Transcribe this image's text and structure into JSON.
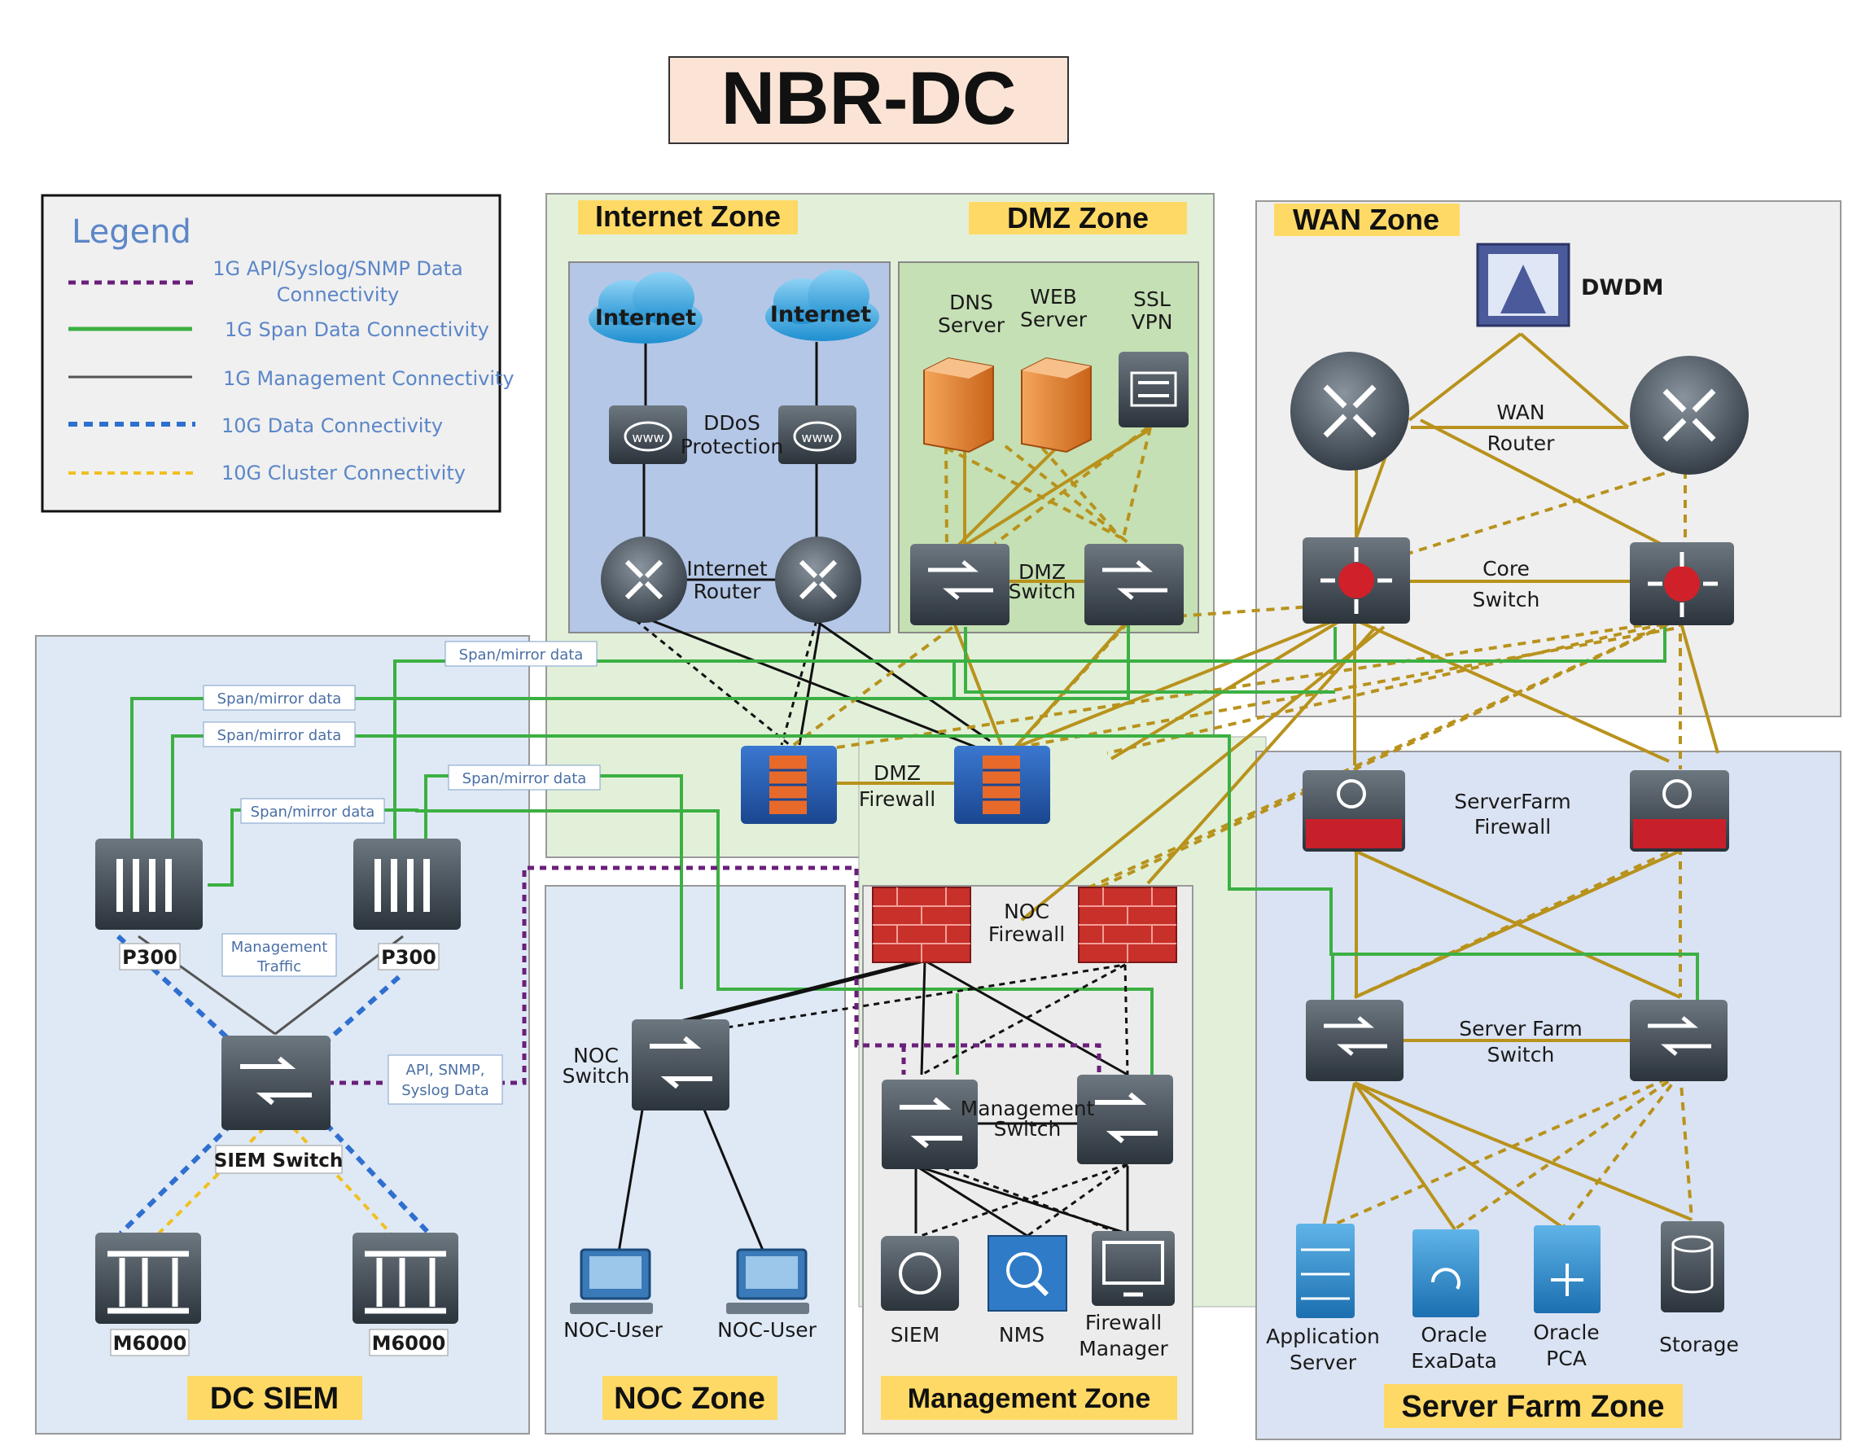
{
  "title": "NBR-DC",
  "legend": {
    "title": "Legend",
    "items": [
      {
        "label_l1": "1G API/Syslog/SNMP Data",
        "label_l2": "Connectivity",
        "color": "#6a1f7a",
        "style": "dotted"
      },
      {
        "label_l1": "1G Span Data Connectivity",
        "label_l2": "",
        "color": "#3cb043",
        "style": "solid"
      },
      {
        "label_l1": "1G Management Connectivity",
        "label_l2": "",
        "color": "#555555",
        "style": "solid"
      },
      {
        "label_l1": "10G Data Connectivity",
        "label_l2": "",
        "color": "#2f6fd0",
        "style": "dotted"
      },
      {
        "label_l1": "10G Cluster Connectivity",
        "label_l2": "",
        "color": "#f0c020",
        "style": "dotted"
      }
    ]
  },
  "zones": {
    "internet": "Internet Zone",
    "dmz": "DMZ Zone",
    "wan": "WAN Zone",
    "dc_siem": "DC SIEM",
    "noc": "NOC Zone",
    "management": "Management Zone",
    "server_farm": "Server Farm Zone"
  },
  "internet": {
    "cloud_1": "Internet",
    "cloud_2": "Internet",
    "ddos_l1": "DDoS",
    "ddos_l2": "Protection",
    "router_l1": "Internet",
    "router_l2": "Router"
  },
  "dmz": {
    "dns_l1": "DNS",
    "dns_l2": "Server",
    "web_l1": "WEB",
    "web_l2": "Server",
    "ssl_l1": "SSL",
    "ssl_l2": "VPN",
    "switch_l1": "DMZ",
    "switch_l2": "Switch",
    "firewall_l1": "DMZ",
    "firewall_l2": "Firewall"
  },
  "wan": {
    "dwdm": "DWDM",
    "router_l1": "WAN",
    "router_l2": "Router",
    "core_l1": "Core",
    "core_l2": "Switch"
  },
  "server_farm": {
    "firewall_l1": "ServerFarm",
    "firewall_l2": "Firewall",
    "switch_l1": "Server Farm",
    "switch_l2": "Switch",
    "app_l1": "Application",
    "app_l2": "Server",
    "exadata_l1": "Oracle",
    "exadata_l2": "ExaData",
    "pca_l1": "Oracle",
    "pca_l2": "PCA",
    "storage": "Storage"
  },
  "siem": {
    "p300_left": "P300",
    "p300_right": "P300",
    "mgmt_l1": "Management",
    "mgmt_l2": "Traffic",
    "api_l1": "API, SNMP,",
    "api_l2": "Syslog Data",
    "switch": "SIEM Switch",
    "m6000_left": "M6000",
    "m6000_right": "M6000",
    "span_labels": [
      "Span/mirror data",
      "Span/mirror data",
      "Span/mirror data",
      "Span/mirror data",
      "Span/mirror data"
    ]
  },
  "noc": {
    "switch_l1": "NOC",
    "switch_l2": "Switch",
    "user_1": "NOC-User",
    "user_2": "NOC-User",
    "firewall_l1": "NOC",
    "firewall_l2": "Firewall"
  },
  "management": {
    "switch_l1": "Management",
    "switch_l2": "Switch",
    "siem": "SIEM",
    "nms": "NMS",
    "fwm_l1": "Firewall",
    "fwm_l2": "Manager"
  }
}
